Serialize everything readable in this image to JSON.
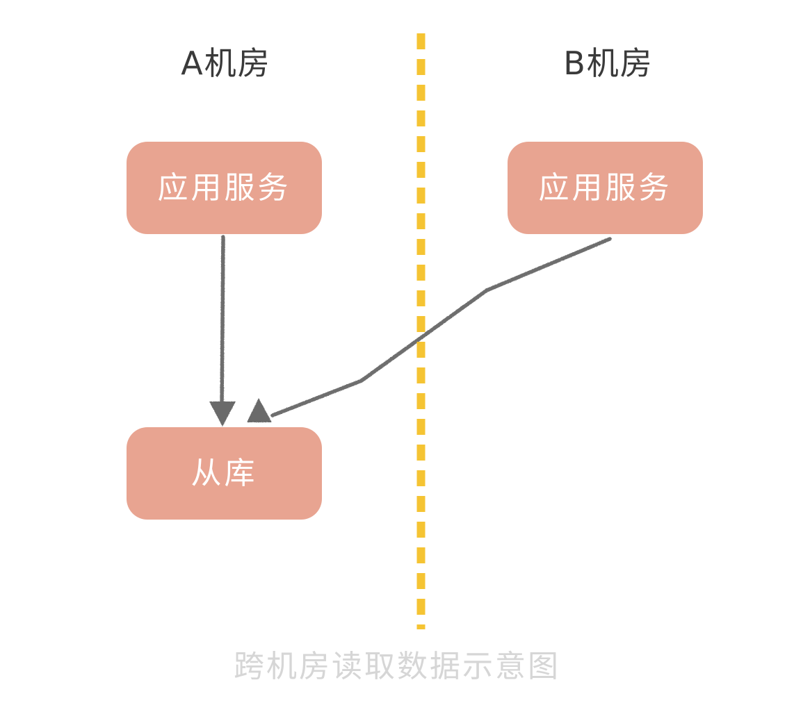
{
  "diagram": {
    "caption": "跨机房读取数据示意图",
    "caption_color": "#d6d6d6",
    "background": "#ffffff",
    "box_fill": "#e8a491",
    "box_text_color": "#ffffff",
    "edge_color": "#6e6e6e",
    "divider_color": "#f5c433",
    "label_color": "#3a3a3a"
  },
  "zones": [
    {
      "id": "zone-a",
      "label": "A机房",
      "side": "left"
    },
    {
      "id": "zone-b",
      "label": "B机房",
      "side": "right"
    }
  ],
  "nodes": [
    {
      "id": "app-a",
      "label": "应用服务",
      "zone": "A机房"
    },
    {
      "id": "db-a",
      "label": "从库",
      "zone": "A机房"
    },
    {
      "id": "app-b",
      "label": "应用服务",
      "zone": "B机房"
    }
  ],
  "edges": [
    {
      "id": "edge-app-a-to-db",
      "from": "应用服务",
      "to": "从库",
      "style": "solid-arrow",
      "cross_zone": false
    },
    {
      "id": "edge-app-b-to-db",
      "from": "应用服务",
      "to": "从库",
      "style": "solid-arrow",
      "cross_zone": true
    }
  ],
  "divider": {
    "name": "zone-divider",
    "style": "dashed-vertical"
  }
}
